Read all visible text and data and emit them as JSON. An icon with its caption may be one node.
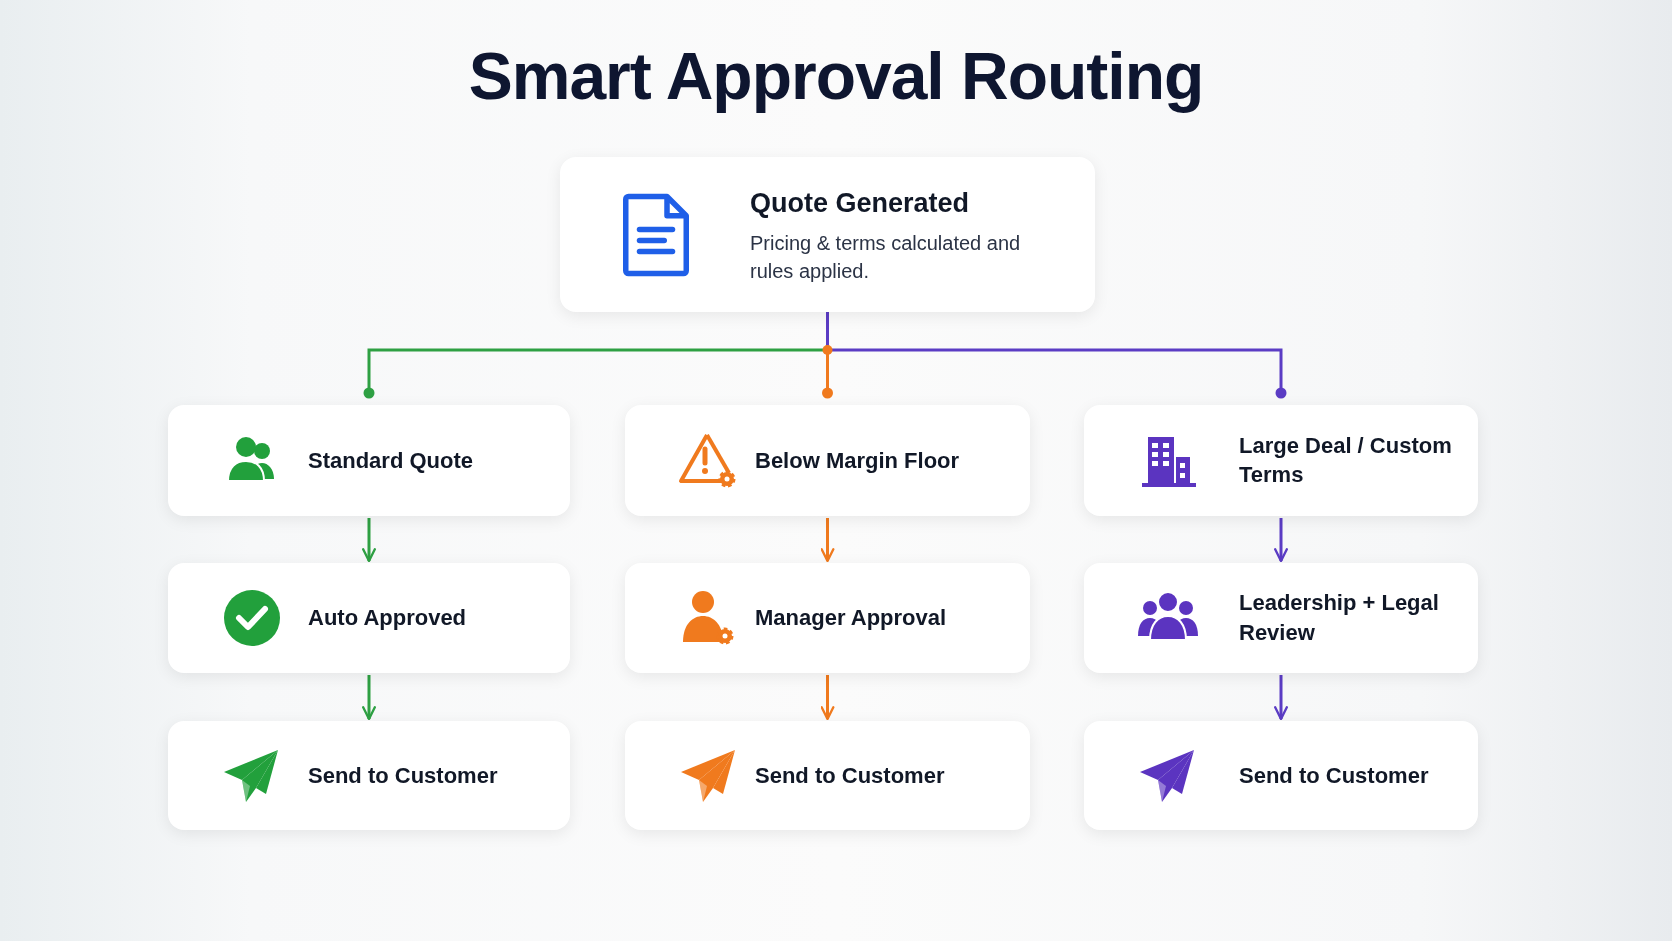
{
  "diagram": {
    "title": "Smart Approval Routing",
    "nodes": [
      {
        "text": [
          "Quote Generated",
          "Pricing & terms calculated and rules applied."
        ]
      },
      {
        "text": [
          "Standard Quote"
        ]
      },
      {
        "text": [
          "Below Margin Floor"
        ]
      },
      {
        "text": [
          "Large Deal / Custom Terms"
        ]
      },
      {
        "text": [
          "Auto Approved"
        ]
      },
      {
        "text": [
          "Manager Approval"
        ]
      },
      {
        "text": [
          "Leadership + Legal Review"
        ]
      },
      {
        "text": [
          "Send to Customer"
        ]
      },
      {
        "text": [
          "Send to Customer"
        ]
      },
      {
        "text": [
          "Send to Customer"
        ]
      }
    ],
    "edges": [
      {
        "from": 0,
        "to": 1,
        "arrow": "other",
        "color": "#2ea043"
      },
      {
        "from": 0,
        "to": 2,
        "arrow": "other",
        "color": "#f07a1e"
      },
      {
        "from": 0,
        "to": 3,
        "arrow": "other",
        "color": "#5b3cc4"
      },
      {
        "from": 1,
        "to": 4,
        "arrow": "to",
        "color": "#2ea043"
      },
      {
        "from": 2,
        "to": 5,
        "arrow": "to",
        "color": "#f07a1e"
      },
      {
        "from": 3,
        "to": 6,
        "arrow": "to",
        "color": "#5b3cc4"
      },
      {
        "from": 4,
        "to": 7,
        "arrow": "to",
        "color": "#2ea043"
      },
      {
        "from": 5,
        "to": 8,
        "arrow": "to",
        "color": "#f07a1e"
      },
      {
        "from": 6,
        "to": 9,
        "arrow": "to",
        "color": "#5b3cc4"
      }
    ]
  }
}
